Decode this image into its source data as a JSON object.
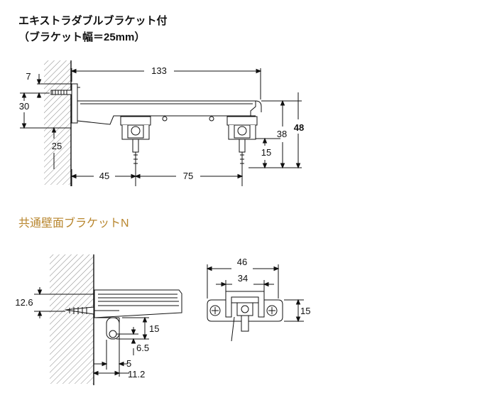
{
  "titles": {
    "bracket1_line1": "エキストラダブルブラケット付",
    "bracket1_line2": "（ブラケット幅＝25mm）",
    "bracket2": "共通壁面ブラケットN"
  },
  "dims_top": {
    "d133": "133",
    "d7": "7",
    "d30": "30",
    "d25": "25",
    "d45": "45",
    "d75": "75",
    "d38": "38",
    "d48": "48",
    "d15": "15"
  },
  "dims_bottom_left": {
    "d12_6": "12.6",
    "d15": "15",
    "d6_5": "6.5",
    "d5": "5",
    "d11_2": "11.2"
  },
  "dims_bottom_right": {
    "d46": "46",
    "d34": "34",
    "d15": "15"
  },
  "colors": {
    "title_accent": "#b8862e",
    "line": "#111111"
  }
}
